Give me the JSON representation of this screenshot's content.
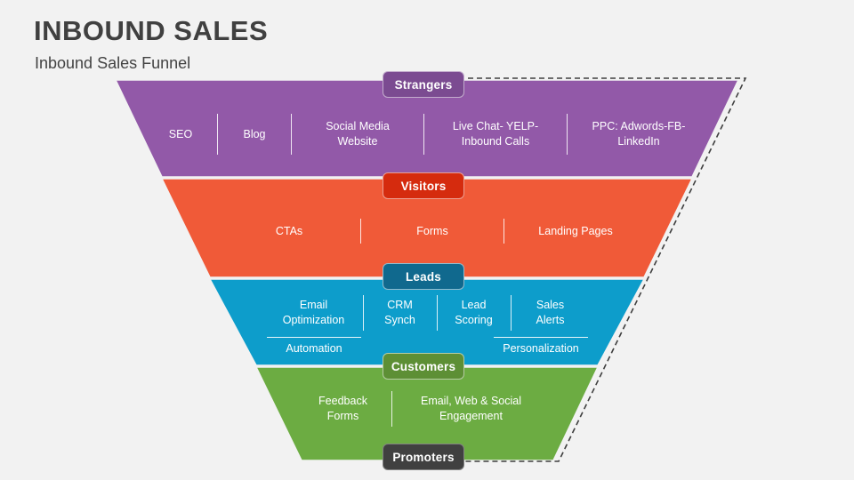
{
  "header": {
    "title": "INBOUND SALES",
    "subtitle": "Inbound Sales Funnel"
  },
  "colors": {
    "background": "#f2f2f2",
    "title_text": "#404040",
    "subtitle_text": "#434343",
    "strangers_band": "#9259a8",
    "strangers_badge": "#7b4b91",
    "visitors_band": "#f05a38",
    "visitors_badge": "#d52b0e",
    "leads_band": "#0d9dcb",
    "leads_badge": "#10698e",
    "customers_band": "#6cac42",
    "customers_badge": "#5d8f35",
    "promoters_badge": "#404040",
    "outline_dashed": "#3f3f3f"
  },
  "funnel": {
    "stages": [
      {
        "name": "strangers",
        "label": "Strangers",
        "items": [
          "SEO",
          "Blog",
          "Social Media\nWebsite",
          "Live Chat- YELP-\nInbound Calls",
          "PPC: Adwords-FB-\nLinkedIn"
        ]
      },
      {
        "name": "visitors",
        "label": "Visitors",
        "items": [
          "CTAs",
          "Forms",
          "Landing Pages"
        ]
      },
      {
        "name": "leads",
        "label": "Leads",
        "items": [
          "Email\nOptimization",
          "CRM\nSynch",
          "Lead\nScoring",
          "Sales\nAlerts"
        ],
        "subgroups": [
          "Automation",
          "Personalization"
        ]
      },
      {
        "name": "customers",
        "label": "Customers",
        "items": [
          "Feedback\nForms",
          "Email, Web & Social\nEngagement"
        ]
      },
      {
        "name": "promoters",
        "label": "Promoters",
        "items": []
      }
    ]
  }
}
